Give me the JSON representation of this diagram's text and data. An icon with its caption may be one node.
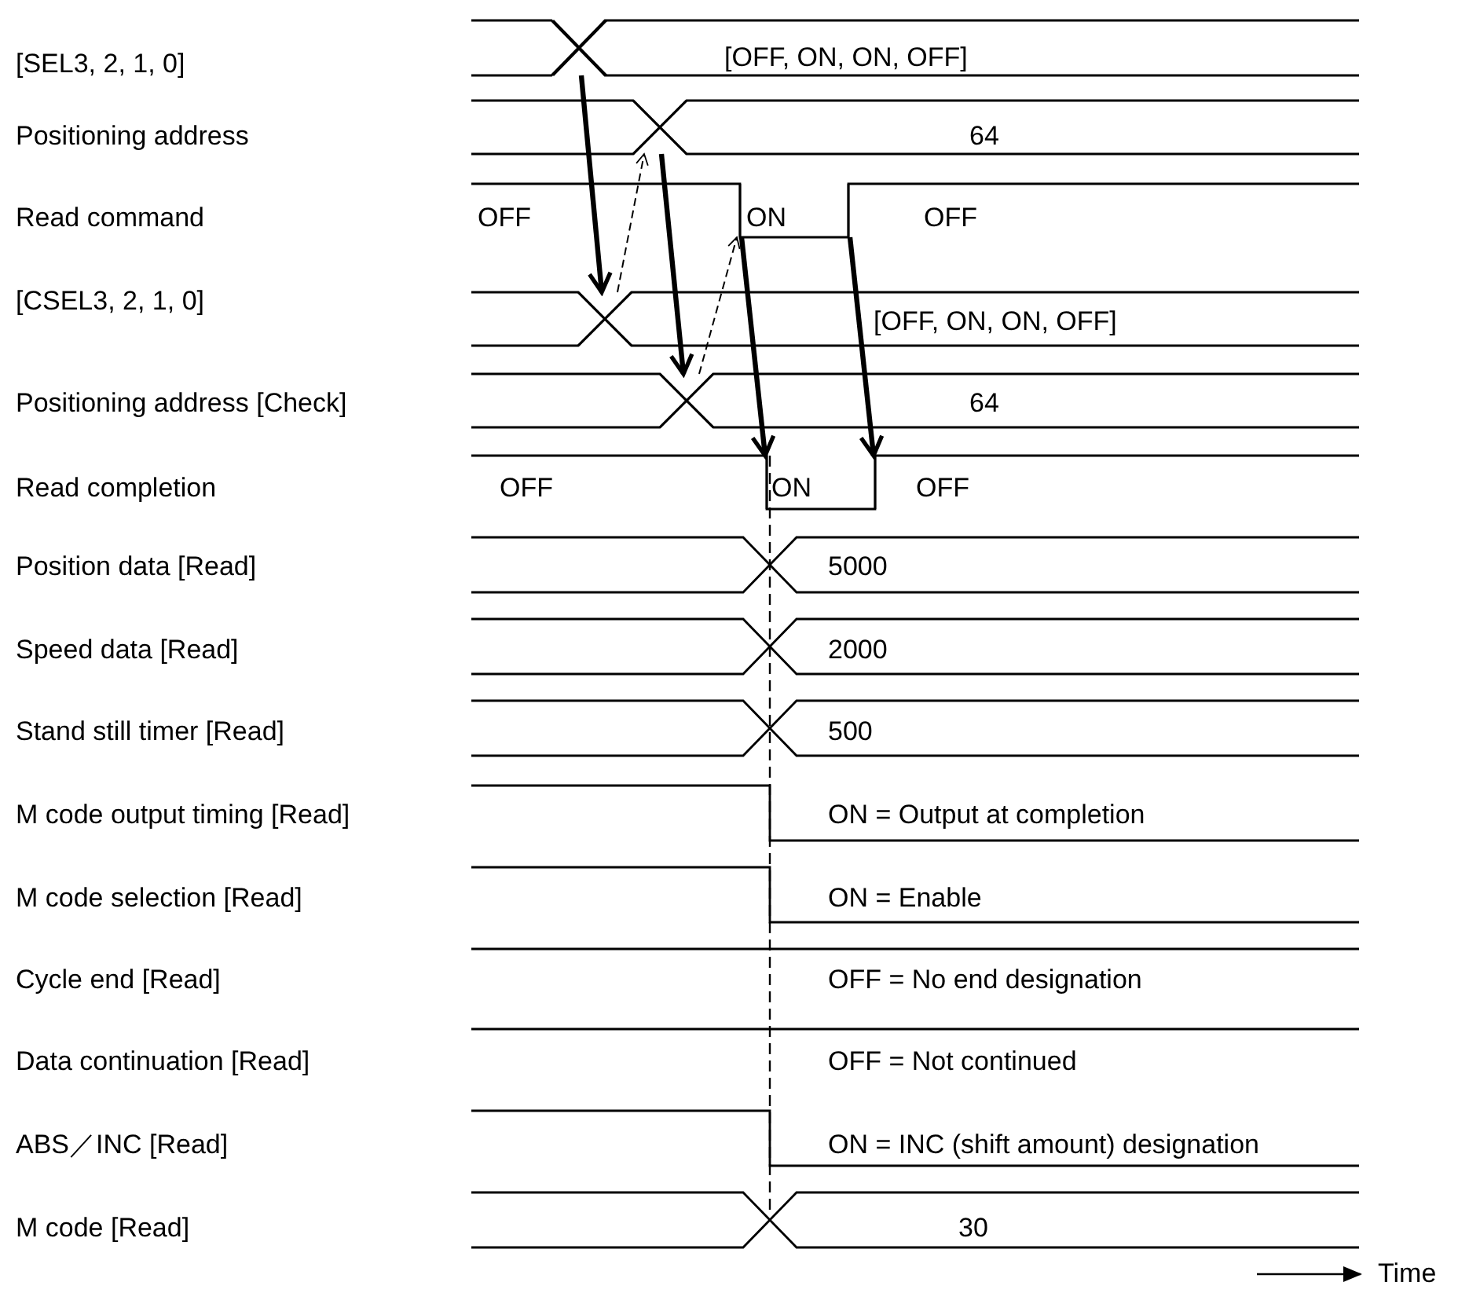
{
  "diagram": {
    "nodes": [
      {
        "text": [],
        "shape": "cross"
      },
      {
        "text": [],
        "shape": "cross"
      },
      {
        "text": [],
        "shape": "step"
      },
      {
        "text": [],
        "shape": "step"
      },
      {
        "text": [],
        "shape": "cross"
      },
      {
        "text": [],
        "shape": "cross"
      },
      {
        "text": [],
        "shape": "step"
      },
      {
        "text": [],
        "shape": "step"
      }
    ],
    "edges": [
      {
        "from": 0,
        "to": 4,
        "arrow": "to"
      },
      {
        "from": 4,
        "to": 1,
        "arrow": "to",
        "style": "dashed"
      },
      {
        "from": 1,
        "to": 5,
        "arrow": "to"
      },
      {
        "from": 5,
        "to": 2,
        "arrow": "to",
        "style": "dashed"
      },
      {
        "from": 2,
        "to": 6,
        "arrow": "to"
      },
      {
        "from": 3,
        "to": 7,
        "arrow": "to"
      }
    ],
    "labels": [
      "[SEL3, 2, 1, 0]",
      "[OFF, ON, ON, OFF]",
      "Positioning address",
      "64",
      "Read command",
      "OFF",
      "ON",
      "OFF",
      "[CSEL3, 2, 1, 0]",
      "[OFF, ON, ON, OFF]",
      "Positioning address [Check]",
      "64",
      "Read completion",
      "OFF",
      "ON",
      "OFF",
      "Position data [Read]",
      "5000",
      "Speed data [Read]",
      "2000",
      "Stand still timer [Read]",
      "500",
      "M code output timing [Read]",
      "ON = Output at completion",
      "M code selection [Read]",
      "ON = Enable",
      "Cycle end [Read]",
      "OFF = No end designation",
      "Data continuation [Read]",
      "OFF = Not continued",
      "ABS／INC [Read]",
      "ON = INC (shift amount) designation",
      "M code [Read]",
      "30",
      "Time"
    ]
  }
}
